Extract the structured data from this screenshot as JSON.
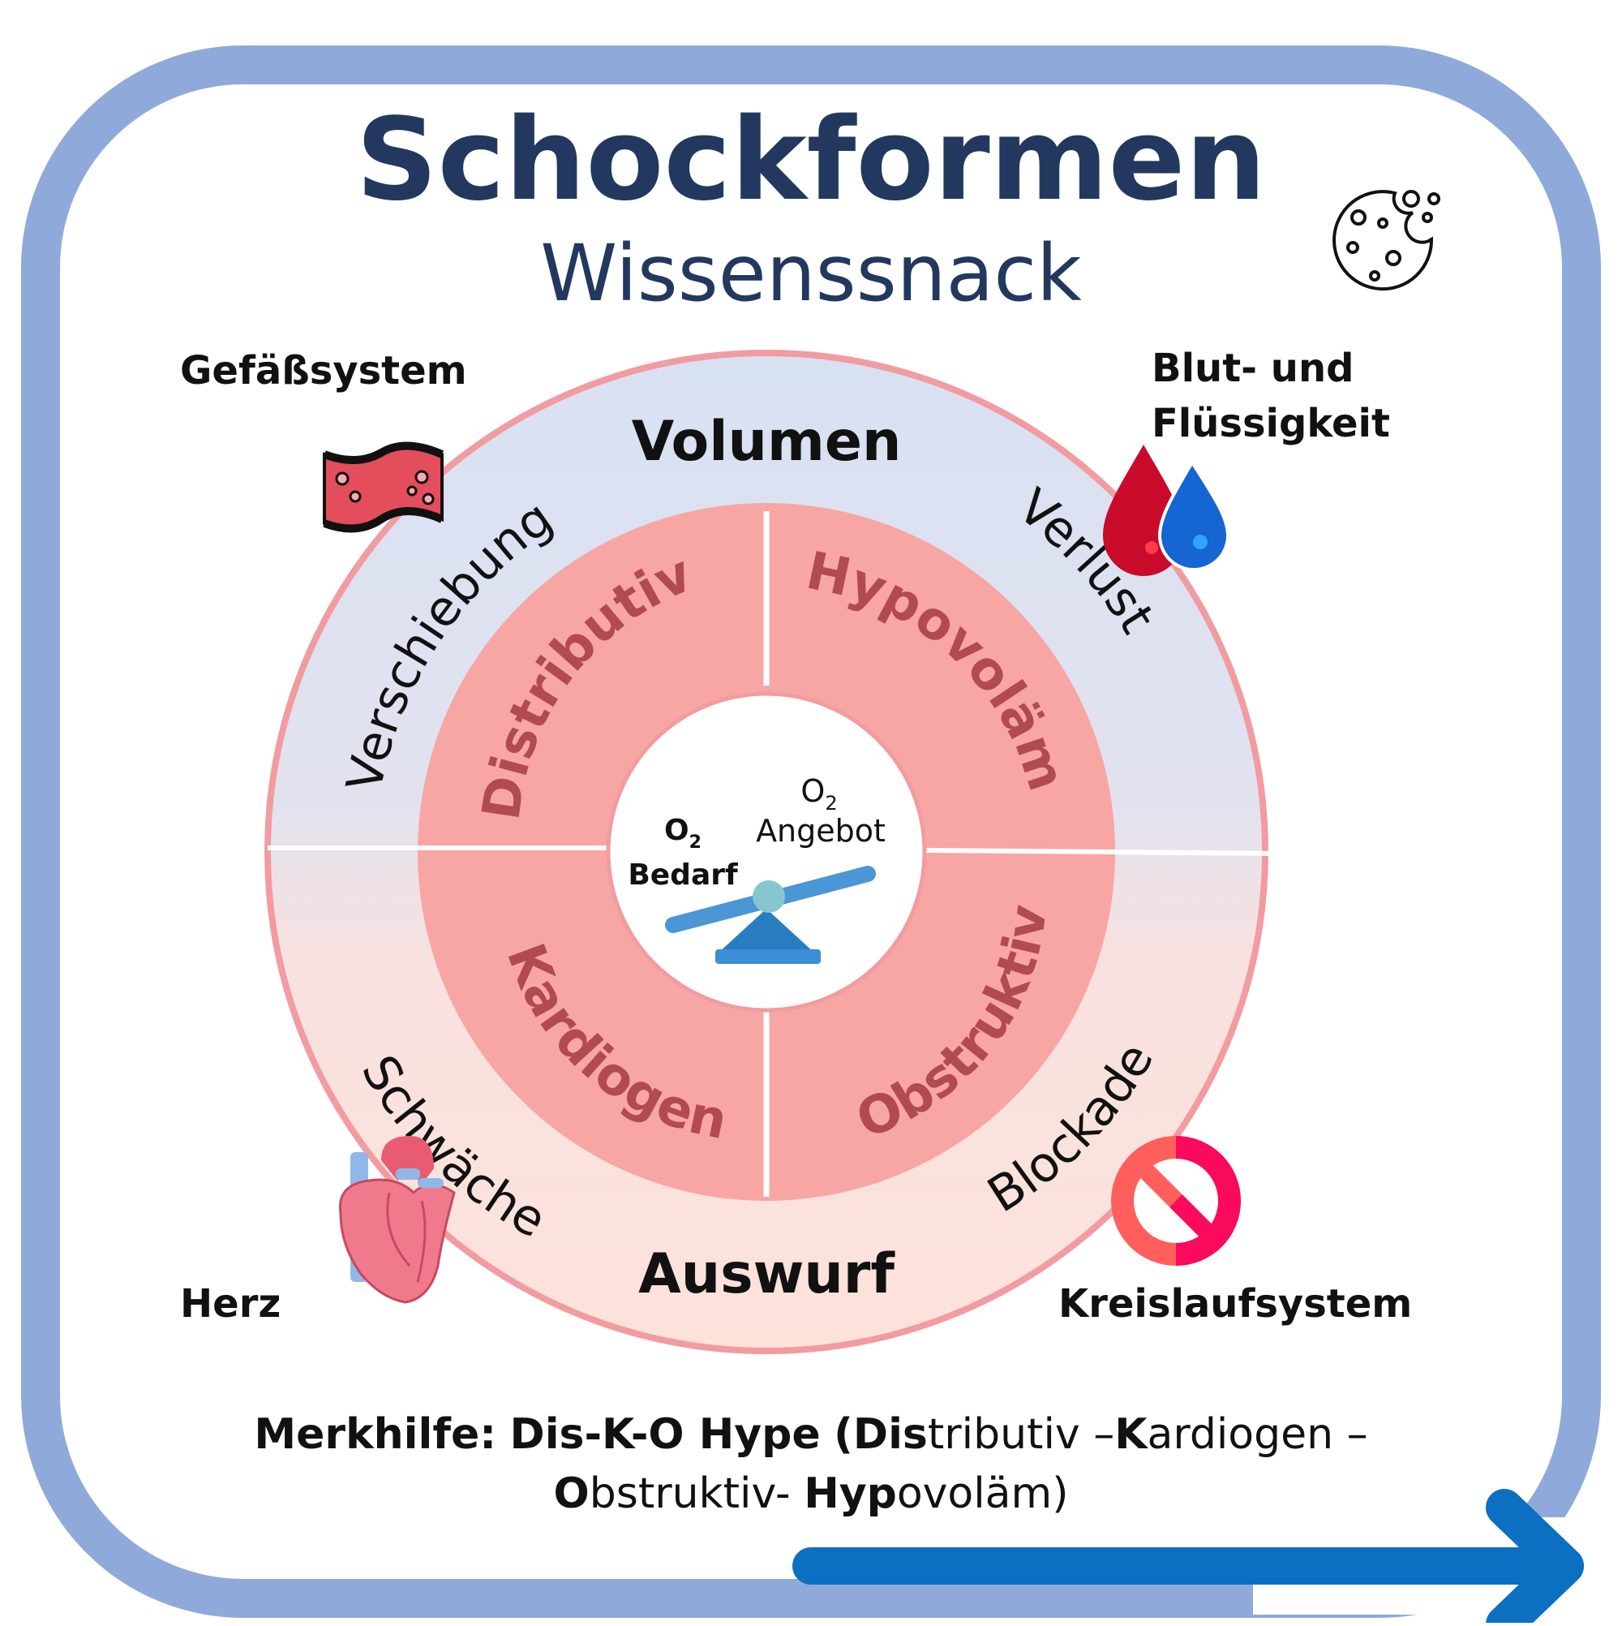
{
  "title": "Schockformen",
  "subtitle": "Wissenssnack",
  "corners": {
    "top_left": "Gefäßsystem",
    "top_right_line1": "Blut- und",
    "top_right_line2": "Flüssigkeit",
    "bottom_left": "Herz",
    "bottom_right": "Kreislaufsystem"
  },
  "outer_ring": {
    "top": "Volumen",
    "bottom": "Auswurf",
    "top_left": "Verschiebung",
    "top_right": "Verlust",
    "bottom_left": "Schwäche",
    "bottom_right": "Blockade"
  },
  "inner_ring": {
    "top_left": "Distributiv",
    "top_right": "Hypovoläm",
    "bottom_left": "Kardiogen",
    "bottom_right": "Obstruktiv"
  },
  "center": {
    "supply_o2": "O",
    "supply_sub": "2",
    "supply_label": "Angebot",
    "demand_o2": "O",
    "demand_sub": "2",
    "demand_label": "Bedarf"
  },
  "mnemonic": {
    "label": "Merkhilfe:",
    "key": "Dis-K-O Hype",
    "open": "(",
    "p1_bold": "Dis",
    "p1_rest": "tributiv –",
    "p2_bold": "K",
    "p2_rest": "ardiogen –",
    "p3_bold": "O",
    "p3_rest": "bstruktiv-",
    "p4_bold": "Hyp",
    "p4_rest": "ovoläm)"
  },
  "icons": {
    "top_right_corner": "cookie-icon",
    "top_left": "blood-vessel-icon",
    "top_right": "blood-drops-icon",
    "bottom_left": "heart-icon",
    "bottom_right": "prohibited-icon",
    "center": "seesaw-icon",
    "bottom": "arrow-right-icon"
  },
  "colors": {
    "frame": "#8fa9da",
    "title": "#22385f",
    "ring_top": "#d8e1f2",
    "ring_bottom": "#fde2da",
    "ring_border": "#f29ba0",
    "inner": "#f8a6a3",
    "inner_text": "#b14b50",
    "arrow": "#0b6fc2"
  }
}
